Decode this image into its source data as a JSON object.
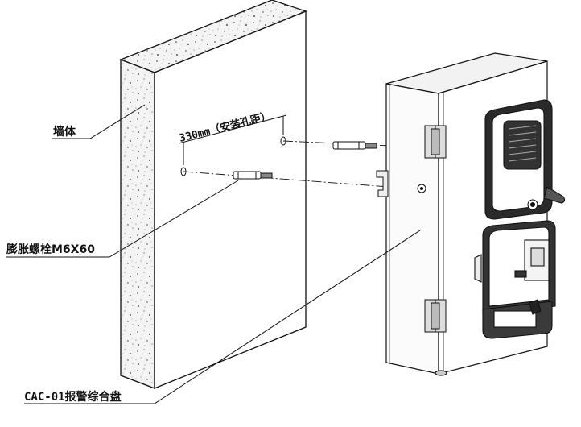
{
  "labels": {
    "wall": "墙体",
    "bolt": "膨胀螺栓M6X60",
    "panel": "CAC-01报警综合盘",
    "spacing": "330mm（安装孔距）"
  }
}
